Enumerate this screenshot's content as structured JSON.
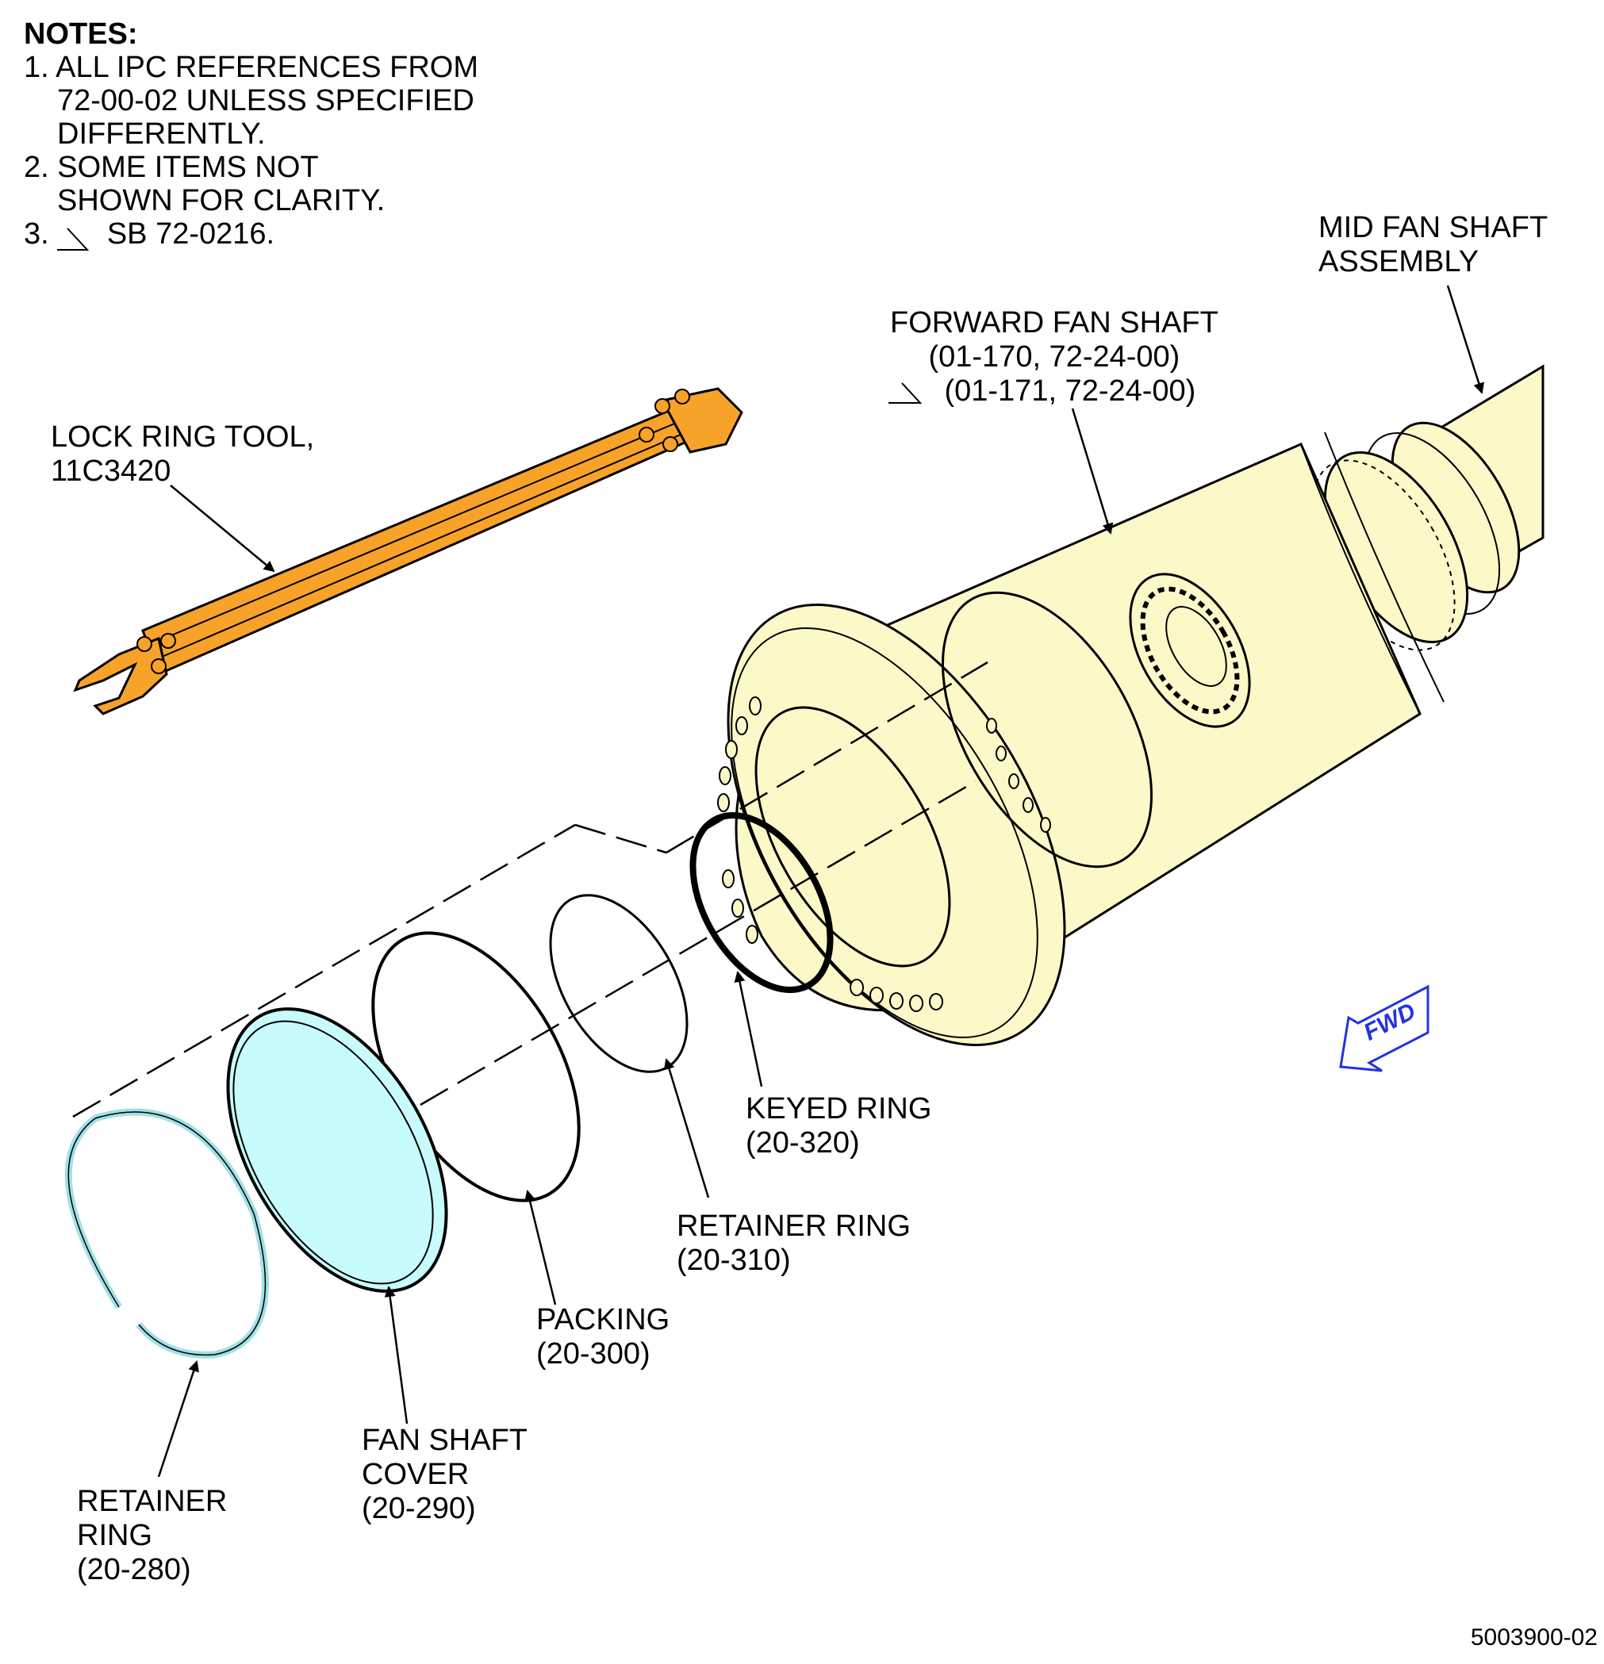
{
  "notes": {
    "title": "NOTES:",
    "items": [
      {
        "num": "1.",
        "lines": [
          "ALL IPC REFERENCES FROM",
          "72-00-02 UNLESS SPECIFIED",
          "DIFFERENTLY."
        ]
      },
      {
        "num": "2.",
        "lines": [
          "SOME ITEMS NOT",
          "SHOWN FOR CLARITY."
        ]
      },
      {
        "num": "3.",
        "lines": [
          "SB 72-0216."
        ]
      }
    ]
  },
  "labels": {
    "mid_fan_shaft": [
      "MID FAN SHAFT",
      "ASSEMBLY"
    ],
    "forward_fan_shaft": [
      "FORWARD FAN SHAFT",
      "(01-170, 72-24-00)",
      "(01-171, 72-24-00)"
    ],
    "lock_ring_tool": [
      "LOCK RING TOOL,",
      "11C3420"
    ],
    "keyed_ring": [
      "KEYED RING",
      "(20-320)"
    ],
    "retainer_ring_310": [
      "RETAINER RING",
      "(20-310)"
    ],
    "packing": [
      "PACKING",
      "(20-300)"
    ],
    "fan_shaft_cover": [
      "FAN SHAFT",
      "COVER",
      "(20-290)"
    ],
    "retainer_ring_280": [
      "RETAINER",
      "RING",
      "(20-280)"
    ]
  },
  "fwd_arrow": "FWD",
  "doc_number": "5003900-02",
  "colors": {
    "shaft_fill": "#fdf8c8",
    "tool_fill": "#f7a229",
    "cover_fill": "#c8fbfb",
    "retainer_ring_280_stroke": "#9fe0e6",
    "fwd_arrow": "#2233dd"
  }
}
